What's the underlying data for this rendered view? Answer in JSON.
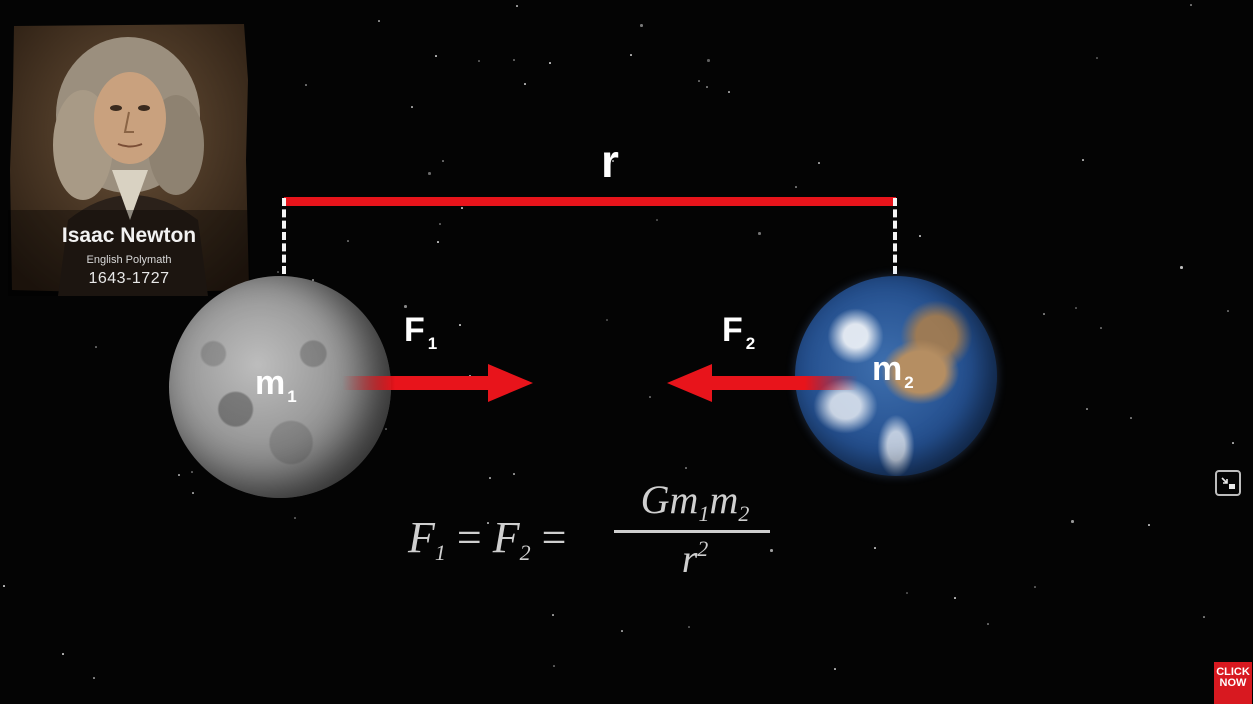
{
  "portrait": {
    "name": "Isaac Newton",
    "subtitle": "English Polymath",
    "years": "1643-1727"
  },
  "diagram": {
    "distance_label": "r",
    "mass1": {
      "symbol": "m",
      "subscript": "1"
    },
    "mass2": {
      "symbol": "m",
      "subscript": "2"
    },
    "force1": {
      "symbol": "F",
      "subscript": "1"
    },
    "force2": {
      "symbol": "F",
      "subscript": "2"
    },
    "colors": {
      "arrow": "#e8141b",
      "distance_bar": "#e8141b",
      "formula": "#cfcfcf"
    }
  },
  "formula": {
    "lhs_f1": "F",
    "lhs_f1_sub": "1",
    "eq1": " = ",
    "lhs_f2": "F",
    "lhs_f2_sub": "2",
    "eq2": " = ",
    "num_g": "Gm",
    "num_sub1": "1",
    "num_m": "m",
    "num_sub2": "2",
    "den_r": "r",
    "den_exp": "2"
  },
  "controls": {
    "pip_icon": "picture-in-picture-icon",
    "click_badge_line1": "CLICK",
    "click_badge_line2": "NOW"
  }
}
